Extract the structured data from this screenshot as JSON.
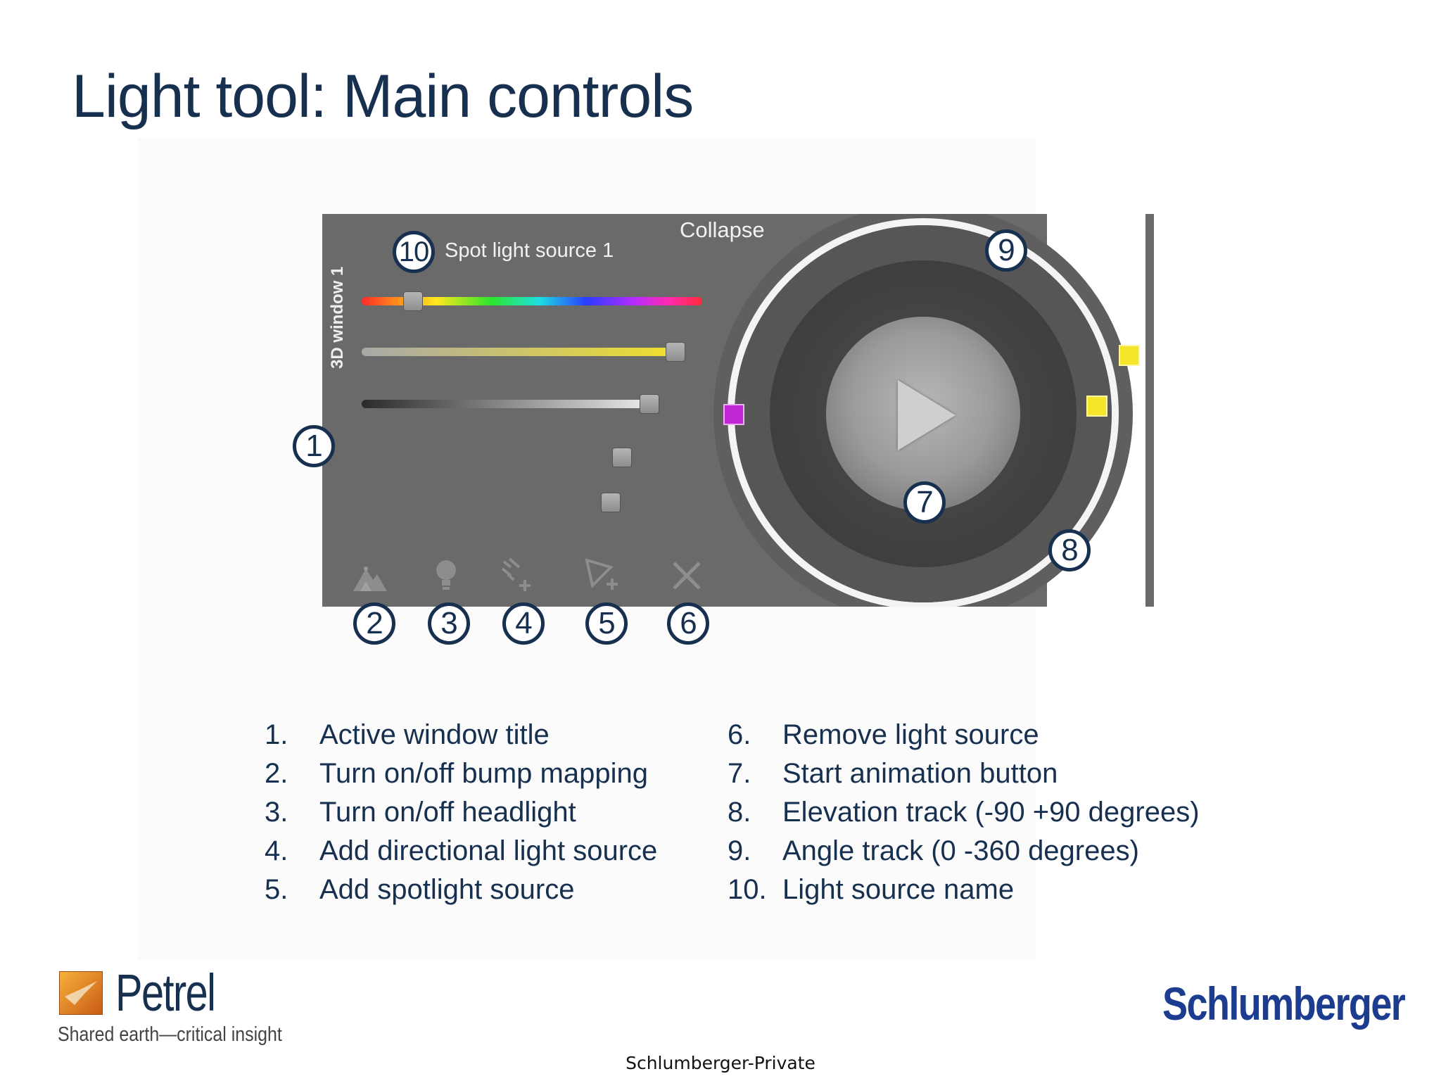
{
  "slide": {
    "title": "Light tool: Main controls",
    "footer": "Schlumberger-Private"
  },
  "panel": {
    "light_source_name": "Spot light source 1",
    "collapse_label": "Collapse",
    "active_window_title": "3D window 1",
    "hue_slider_value": 0.15,
    "yellow_slider_value": 0.97,
    "gray_slider_value": 0.97,
    "colors": {
      "panel_bg": "#6a6a6a",
      "marker_magenta": "#c026d3",
      "marker_yellow": "#f5e52a"
    },
    "tools": [
      {
        "icon": "bump-mapping-icon"
      },
      {
        "icon": "headlight-bulb-icon"
      },
      {
        "icon": "directional-light-icon"
      },
      {
        "icon": "spotlight-icon"
      },
      {
        "icon": "close-icon"
      }
    ]
  },
  "callouts": [
    "1",
    "2",
    "3",
    "4",
    "5",
    "6",
    "7",
    "8",
    "9",
    "10"
  ],
  "legend_left": [
    {
      "num": "1.",
      "text": "Active window title"
    },
    {
      "num": "2.",
      "text": "Turn on/off bump mapping"
    },
    {
      "num": "3.",
      "text": "Turn on/off headlight"
    },
    {
      "num": "4.",
      "text": "Add directional light source"
    },
    {
      "num": "5.",
      "text": "Add spotlight source"
    }
  ],
  "legend_right": [
    {
      "num": "6.",
      "text": "Remove light source"
    },
    {
      "num": "7.",
      "text": "Start animation button"
    },
    {
      "num": "8.",
      "text": "Elevation track (-90 +90 degrees)"
    },
    {
      "num": "9.",
      "text": "Angle track (0 -360 degrees)"
    },
    {
      "num": "10.",
      "text": "Light source name"
    }
  ],
  "branding": {
    "petrel_name": "Petrel",
    "petrel_tagline": "Shared earth—critical insight",
    "company": "Schlumberger"
  }
}
